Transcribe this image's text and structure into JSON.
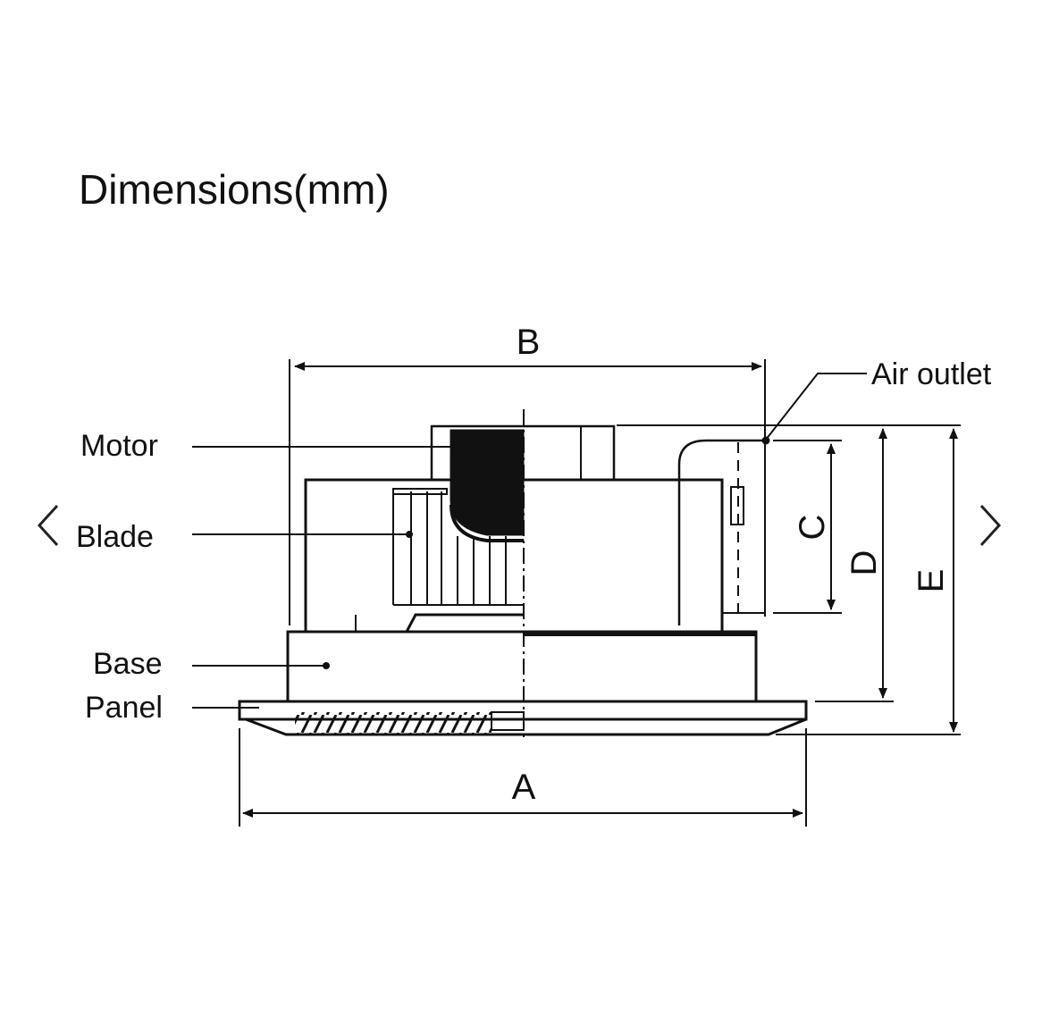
{
  "title": "Dimensions(mm)",
  "labels": {
    "motor": "Motor",
    "blade": "Blade",
    "base": "Base",
    "panel": "Panel",
    "air_outlet": "Air outlet"
  },
  "dimensions": {
    "a": "A",
    "b": "B",
    "c": "C",
    "d": "D",
    "e": "E"
  },
  "carousel": {
    "prev_icon": "chevron-left-icon",
    "next_icon": "chevron-right-icon"
  }
}
